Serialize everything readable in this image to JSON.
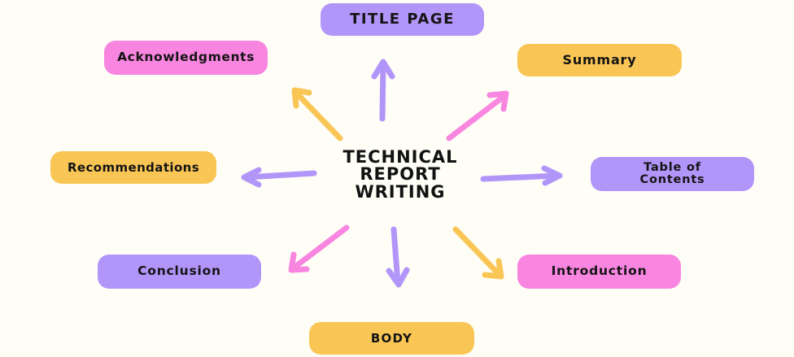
{
  "center": {
    "line1": "TECHNICAL",
    "line2": "REPORT",
    "line3": "WRITING"
  },
  "nodes": {
    "title_page": "TITLE PAGE",
    "acknowledgments": "Acknowledgments",
    "summary": "Summary",
    "recommendations": "Recommendations",
    "table_of_contents_line1": "Table of",
    "table_of_contents_line2": "Contents",
    "conclusion": "Conclusion",
    "introduction": "Introduction",
    "body": "BODY"
  },
  "colors": {
    "purple": "#b295f8",
    "pink": "#f886e0",
    "yellow": "#f9c655",
    "background": "#fefdf6",
    "text": "#141414"
  }
}
